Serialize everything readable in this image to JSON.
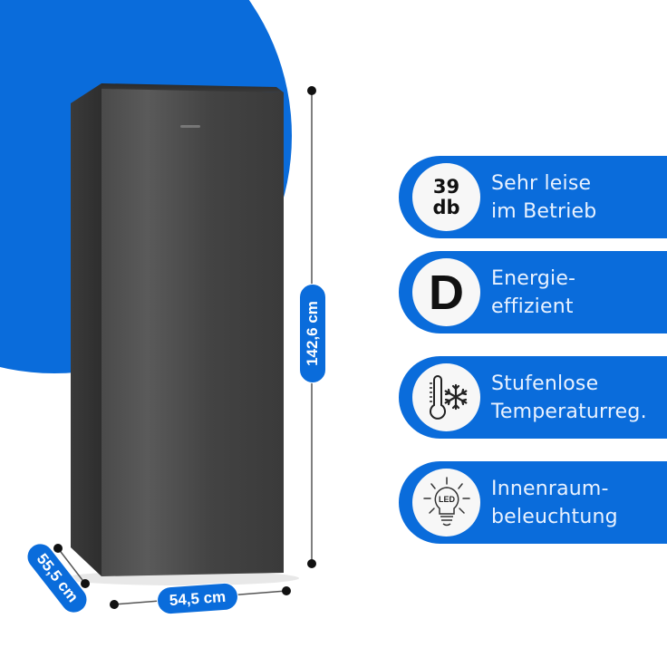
{
  "colors": {
    "accent_blue": "#0a6cdb",
    "fridge_body": "#3c3c3c",
    "badge_bg": "#f7f7f7",
    "pill_text": "#e9f2ff"
  },
  "product": {
    "type": "fridge",
    "finish": "dark-inox"
  },
  "dimensions": {
    "height": "142,6 cm",
    "width": "54,5 cm",
    "depth": "55,5 cm"
  },
  "features": [
    {
      "icon": "decibel-badge",
      "badge_line1": "39",
      "badge_line2": "db",
      "line1": "Sehr leise",
      "line2": "im Betrieb"
    },
    {
      "icon": "energy-class-badge",
      "badge_text": "D",
      "line1": "Energie-",
      "line2": "effizient"
    },
    {
      "icon": "thermometer-snowflake-icon",
      "line1": "Stufenlose",
      "line2": "Temperaturreg."
    },
    {
      "icon": "led-bulb-icon",
      "badge_text": "LED",
      "line1": "Innenraum-",
      "line2": "beleuchtung"
    }
  ]
}
